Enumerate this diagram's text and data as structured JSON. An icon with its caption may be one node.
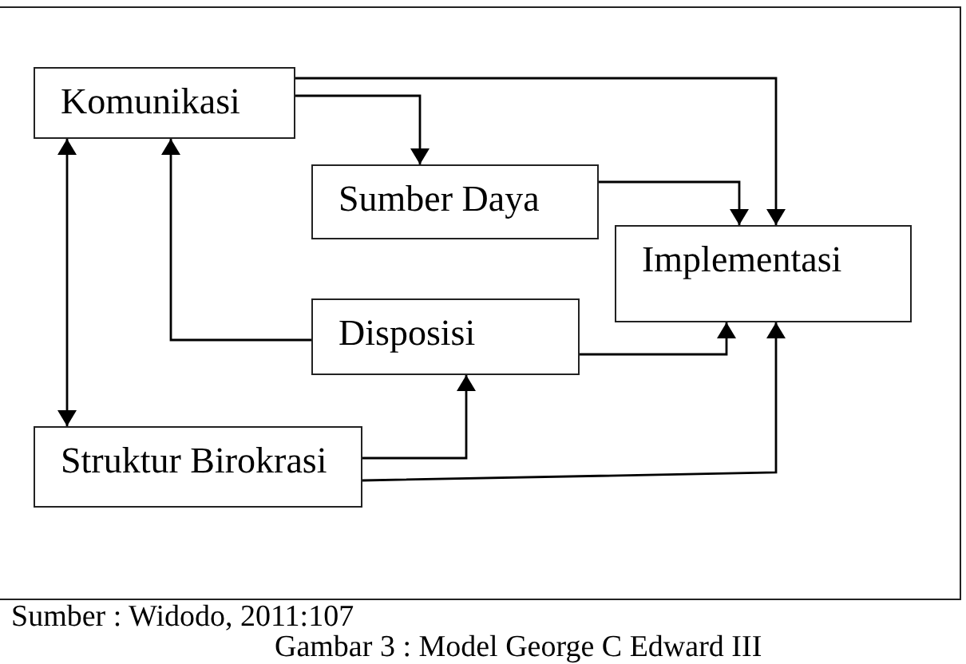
{
  "diagram": {
    "caption": "Gambar 3 : Model George C Edward III",
    "nodes": [
      {
        "text": [
          "Komunikasi"
        ]
      },
      {
        "text": [
          "Sumber Daya"
        ]
      },
      {
        "text": [
          "Implementasi"
        ]
      },
      {
        "text": [
          "Disposisi"
        ]
      },
      {
        "text": [
          "Struktur Birokrasi"
        ]
      }
    ],
    "edges": [
      {
        "from": 0,
        "to": 2,
        "arrow": "to"
      },
      {
        "from": 0,
        "to": 1,
        "arrow": "to"
      },
      {
        "from": 1,
        "to": 2,
        "arrow": "to"
      },
      {
        "from": 3,
        "to": 2,
        "arrow": "to"
      },
      {
        "from": 3,
        "to": 0,
        "arrow": "to"
      },
      {
        "from": 4,
        "to": 3,
        "arrow": "to"
      },
      {
        "from": 4,
        "to": 2,
        "arrow": "to"
      },
      {
        "from": 0,
        "to": 4,
        "arrow": "both"
      }
    ],
    "labels": [
      "Sumber : Widodo, 2011:107"
    ]
  }
}
